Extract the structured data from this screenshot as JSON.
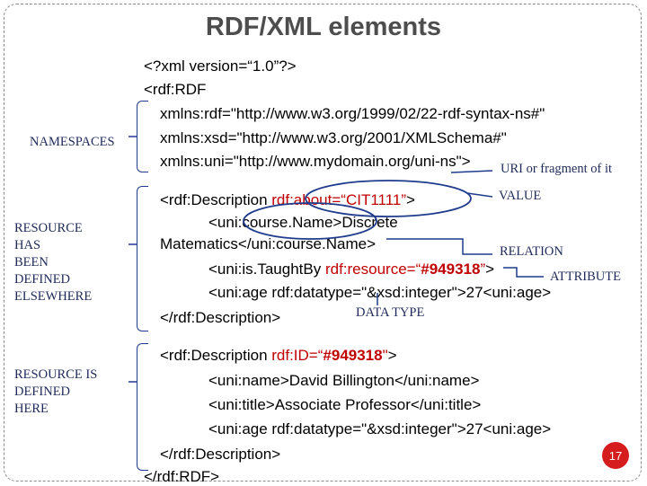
{
  "slide": {
    "title": "RDF/XML elements",
    "page_number": "17",
    "colors": {
      "title": "#4d4d4d",
      "code_red": "#c00000",
      "annotation": "#1f2a5a",
      "brace": "#1f3b8c",
      "badge": "#d61d1d"
    }
  },
  "code": {
    "l1": "<?xml version=“1.0”?>",
    "l2": "<rdf:RDF",
    "l3": "xmlns:rdf=\"http://www.w3.org/1999/02/22-rdf-syntax-ns#\"",
    "l4": "xmlns:xsd=\"http://www.w3.org/2001/XMLSchema#\"",
    "l5": "xmlns:uni=\"http://www.mydomain.org/uni-ns\">",
    "d1_open_a": "<rdf:Description ",
    "d1_open_b": "rdf:about=“CIT1111”",
    "d1_open_c": ">",
    "d1_course_a": "<uni:course.Name>Discrete",
    "d1_course_b": "Matematics</uni:course.Name>",
    "d1_taught_a": "<uni:is.TaughtBy ",
    "d1_taught_b": "rdf:resource=“",
    "d1_taught_c": "#949318",
    "d1_taught_d": "”",
    "d1_taught_e": ">",
    "d1_age": "<uni:age rdf:datatype=\"&xsd:integer\">27<uni:age>",
    "d1_close": "</rdf:Description>",
    "d2_open_a": "<rdf:Description ",
    "d2_open_b": "rdf:ID=“",
    "d2_open_c": "#949318",
    "d2_open_d": "\"",
    "d2_open_e": ">",
    "d2_name": "<uni:name>David Billington</uni:name>",
    "d2_title": "<uni:title>Associate Professor</uni:title>",
    "d2_age": "<uni:age rdf:datatype=\"&xsd:integer\">27<uni:age>",
    "d2_close": "</rdf:Description>",
    "rdf_close": "</rdf:RDF>"
  },
  "labels": {
    "namespaces": "NAMESPACES",
    "resource_elsewhere": [
      "RESOURCE",
      "HAS",
      "BEEN",
      "DEFINED",
      "ELSEWHERE"
    ],
    "resource_here": [
      "RESOURCE IS",
      "DEFINED",
      "HERE"
    ],
    "uri": "URI or fragment of it",
    "value": "VALUE",
    "relation": "RELATION",
    "attribute": "ATTRIBUTE",
    "data_type": "DATA TYPE"
  }
}
